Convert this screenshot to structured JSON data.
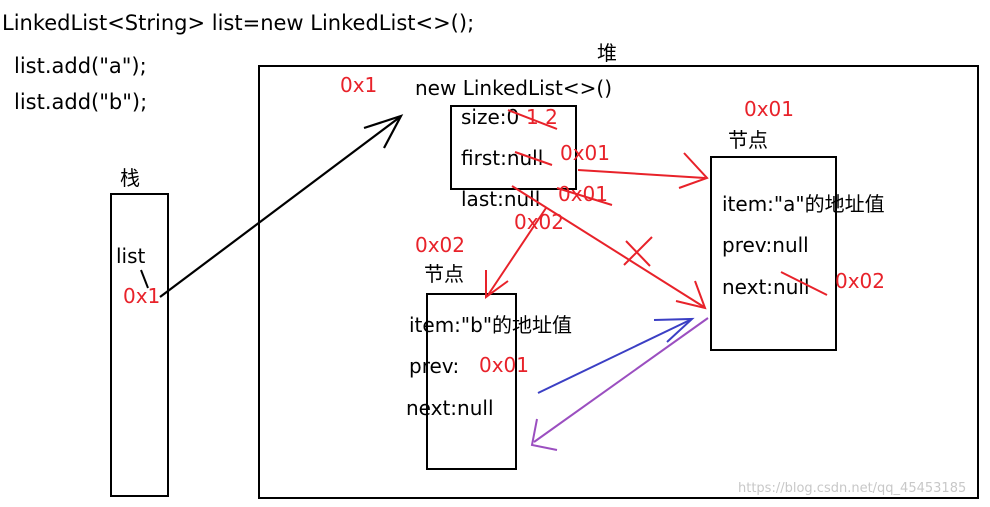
{
  "code": {
    "line1": "LinkedList<String> list=new LinkedList<>();",
    "line2": "list.add(\"a\");",
    "line3": "list.add(\"b\");"
  },
  "stack": {
    "title": "栈",
    "var_name": "list",
    "var_value": "0x1"
  },
  "heap": {
    "title": "堆",
    "linkedlist": {
      "addr": "0x1",
      "header": "new LinkedList<>()",
      "size_label": "size:0",
      "size_overwrites": "1 2",
      "first_label": "first:null",
      "first_new": "0x01",
      "last_label": "last:null",
      "last_new_1": "0x01",
      "last_new_2": "0x02"
    },
    "node_a": {
      "addr": "0x01",
      "title": "节点",
      "item": "item:\"a\"的地址值",
      "prev": "prev:null",
      "next_label": "next:null",
      "next_new": "0x02"
    },
    "node_b": {
      "addr": "0x02",
      "title": "节点",
      "item": "item:\"b\"的地址值",
      "prev_label": "prev:",
      "prev_value": "0x01",
      "next": "next:null"
    }
  },
  "watermark": "https://blog.csdn.net/qq_45453185",
  "colors": {
    "ink": "#000000",
    "annotation": "#e8222a",
    "blue_arrow": "#3b3fc4",
    "purple_arrow": "#9b4fc0"
  }
}
